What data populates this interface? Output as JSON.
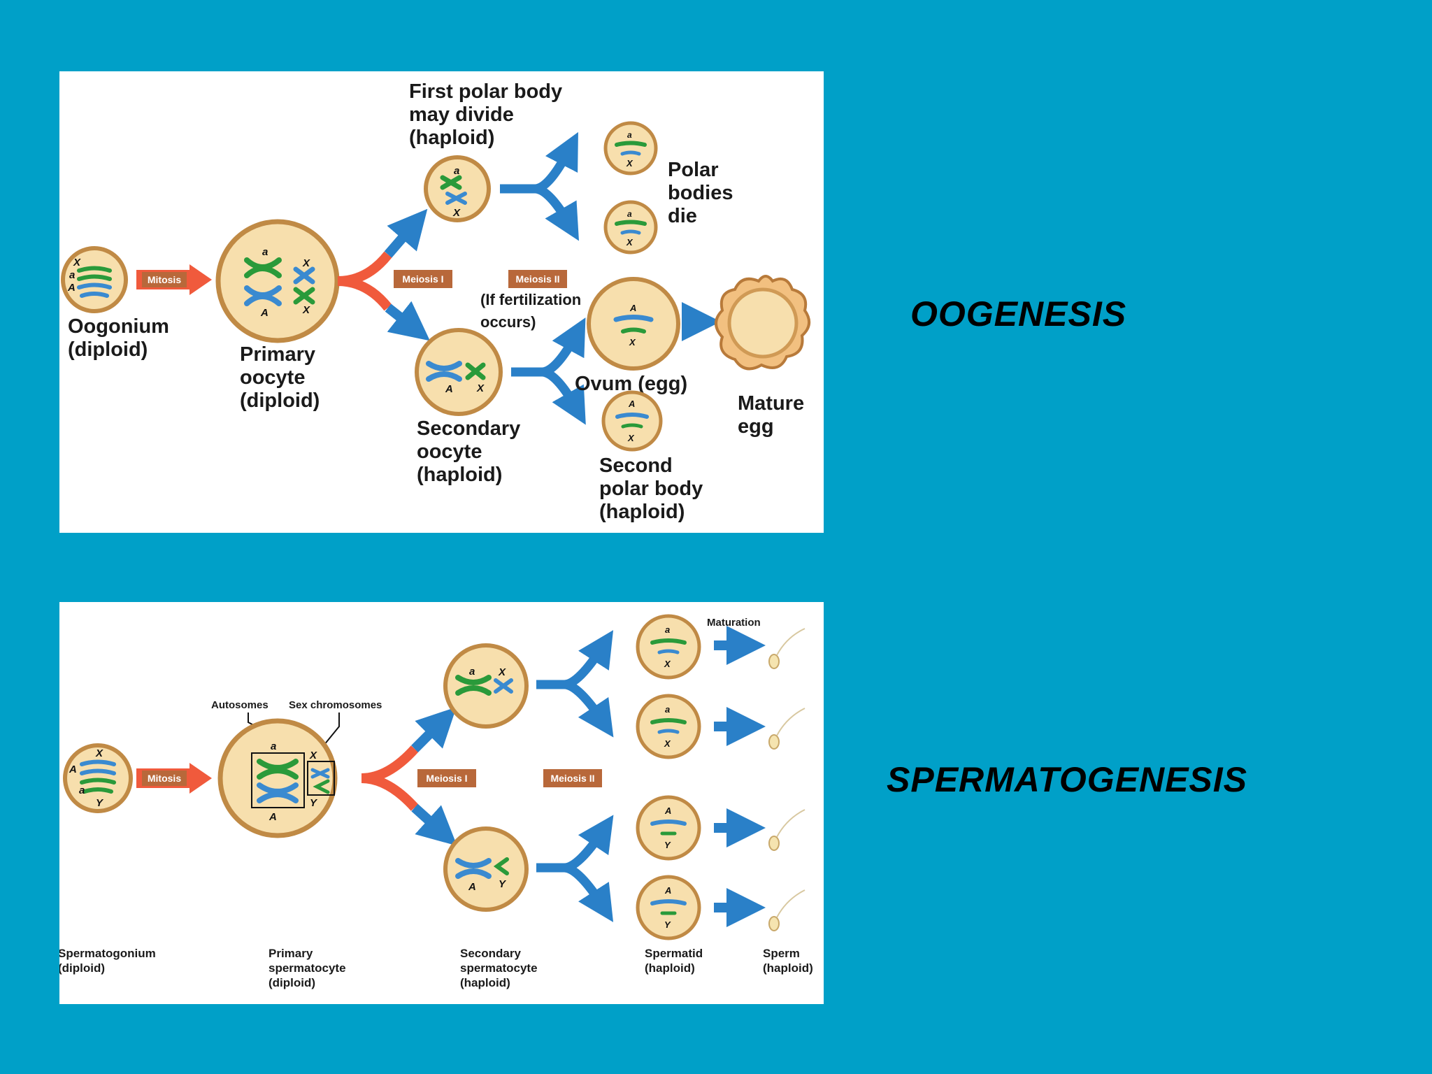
{
  "slide": {
    "oogenesis_title": "OOGENESIS",
    "spermatogenesis_title": "SPERMATOGENESIS"
  },
  "colors": {
    "background": "#00a0c8",
    "cell_fill": "#f7dfad",
    "cell_border": "#c08a45",
    "arrow_blue": "#2a80c8",
    "arrow_red": "#f05a3c",
    "tag_brown": "#b8683a",
    "chromosome_green": "#2a9a3a",
    "chromosome_blue": "#3a8ad0"
  },
  "oogenesis": {
    "labels": {
      "oogonium": [
        "Oogonium",
        "(diploid)"
      ],
      "primary_oocyte": [
        "Primary",
        "oocyte",
        "(diploid)"
      ],
      "first_polar_body": [
        "First polar body",
        "may divide",
        "(haploid)"
      ],
      "polar_bodies_die": [
        "Polar",
        "bodies",
        "die"
      ],
      "fertilization_note": [
        "(If fertilization",
        "occurs)"
      ],
      "secondary_oocyte": [
        "Secondary",
        "oocyte",
        "(haploid)"
      ],
      "ovum": "Ovum (egg)",
      "mature_egg": [
        "Mature",
        "egg"
      ],
      "second_polar_body": [
        "Second",
        "polar body",
        "(haploid)"
      ]
    },
    "tags": {
      "mitosis": "Mitosis",
      "meiosis_1": "Meiosis I",
      "meiosis_2": "Meiosis II"
    },
    "chromosome_marks": {
      "a": "a",
      "A": "A",
      "X": "X"
    }
  },
  "spermatogenesis": {
    "labels": {
      "spermatogonium": [
        "Spermatogonium",
        "(diploid)"
      ],
      "primary_spermatocyte": [
        "Primary",
        "spermatocyte",
        "(diploid)"
      ],
      "secondary_spermatocyte": [
        "Secondary",
        "spermatocyte",
        "(haploid)"
      ],
      "spermatid": [
        "Spermatid",
        "(haploid)"
      ],
      "sperm": [
        "Sperm",
        "(haploid)"
      ],
      "autosomes": "Autosomes",
      "sex_chromosomes": "Sex chromosomes",
      "maturation": "Maturation"
    },
    "tags": {
      "mitosis": "Mitosis",
      "meiosis_1": "Meiosis I",
      "meiosis_2": "Meiosis II"
    },
    "chromosome_marks": {
      "a": "a",
      "A": "A",
      "X": "X",
      "Y": "Y"
    }
  }
}
